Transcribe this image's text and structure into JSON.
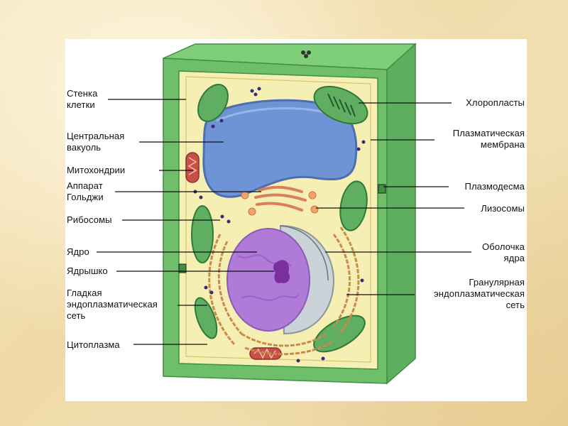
{
  "labels": {
    "cell_wall": "Стенка\nклетки",
    "central_vacuole": "Центральная\nвакуоль",
    "mitochondria": "Митохондрии",
    "golgi": "Аппарат\nГольджи",
    "ribosomes": "Рибосомы",
    "nucleus": "Ядро",
    "nucleolus": "Ядрышко",
    "smooth_er": "Гладкая\nэндоплазматическая\nсеть",
    "cytoplasm": "Цитоплазма",
    "chloroplasts": "Хлоропласты",
    "plasma_membrane": "Плазматическая\nмембрана",
    "plasmodesma": "Плазмодесма",
    "lysosomes": "Лизосомы",
    "nuclear_envelope": "Оболочка\nядра",
    "rough_er": "Гранулярная\nэндоплазматическая\nсеть"
  },
  "colors": {
    "wall": "#6fbf6a",
    "wall_dark": "#3f8f45",
    "cytoplasm": "#f6efb3",
    "vacuole": "#6f94d6",
    "nucleus": "#b07ad8",
    "nucleolus": "#7a2f9c",
    "chloroplast": "#5fae62",
    "mitochondrion": "#c9504a",
    "lysosome": "#f2a26a",
    "er": "#c98a4a"
  }
}
